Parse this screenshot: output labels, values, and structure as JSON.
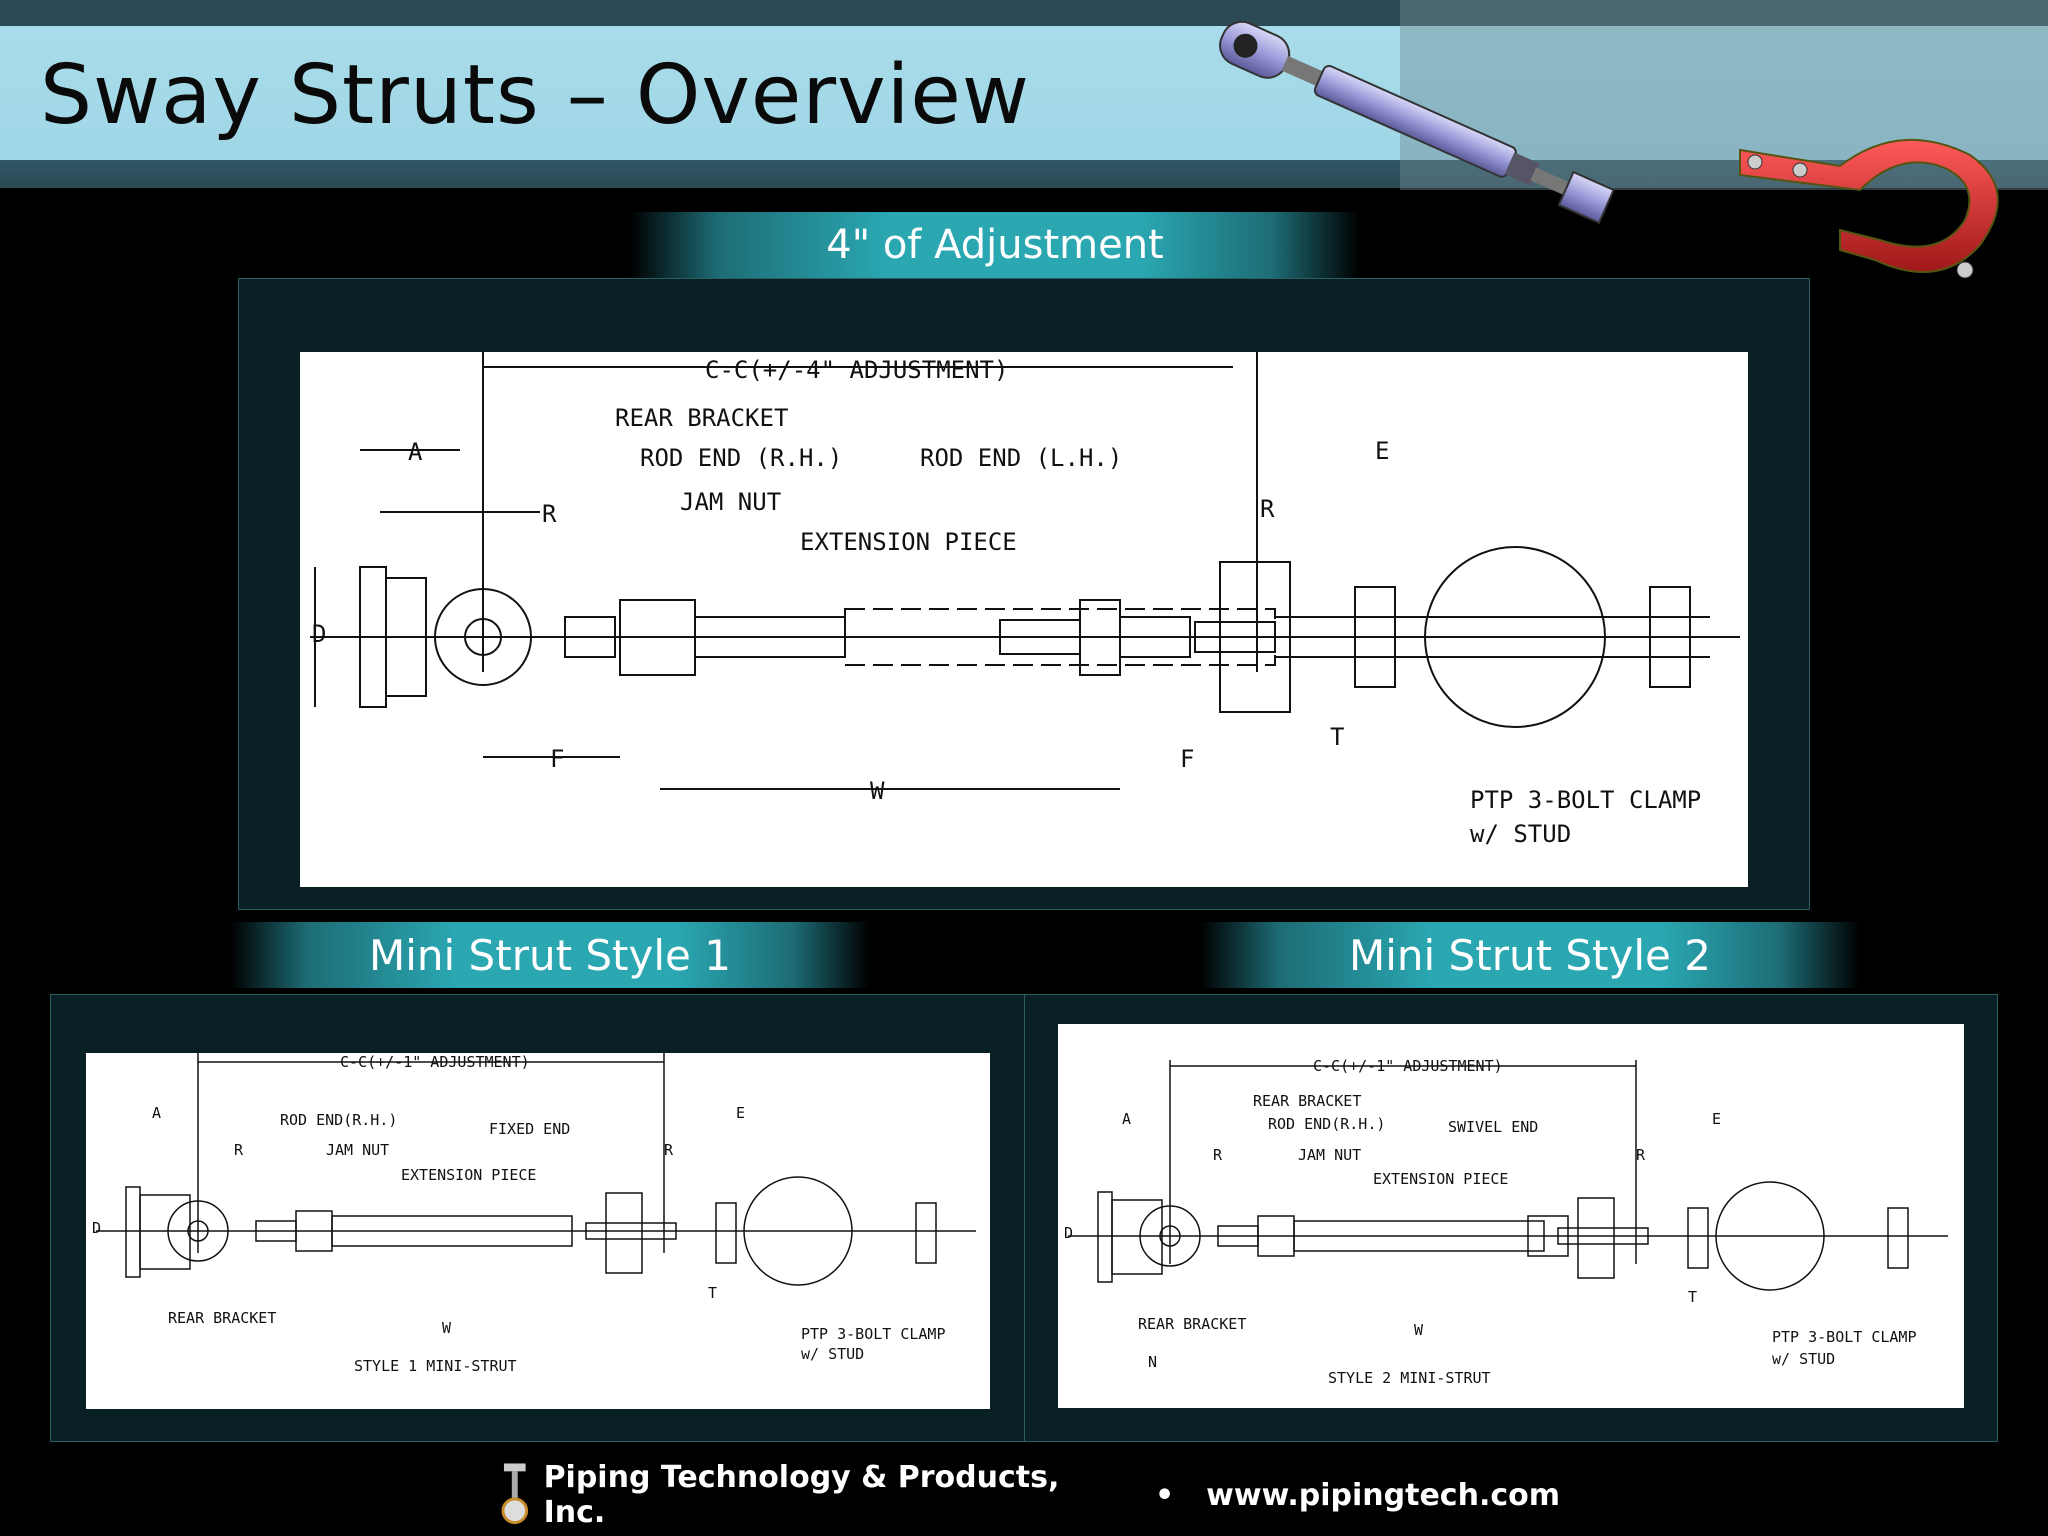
{
  "slide": {
    "title": "Sway Struts – Overview",
    "section_main": "4\" of Adjustment",
    "section_left": "Mini Strut Style 1",
    "section_right": "Mini Strut Style 2"
  },
  "drawing_main": {
    "cc": "C-C(+/-4\" ADJUSTMENT)",
    "rear_bracket": "REAR BRACKET",
    "rod_end_rh": "ROD END (R.H.)",
    "rod_end_lh": "ROD END (L.H.)",
    "jam_nut": "JAM NUT",
    "extension_piece": "EXTENSION PIECE",
    "clamp_1": "PTP 3-BOLT CLAMP",
    "clamp_2": "w/ STUD",
    "dim_a": "A",
    "dim_r": "R",
    "dim_d": "D",
    "dim_e": "E",
    "dim_f": "F",
    "dim_w": "W",
    "dim_t": "T"
  },
  "drawing_style1": {
    "cc": "C-C(+/-1\" ADJUSTMENT)",
    "rod_end_rh": "ROD END(R.H.)",
    "fixed_end": "FIXED END",
    "jam_nut": "JAM NUT",
    "extension_piece": "EXTENSION PIECE",
    "rear_bracket": "REAR BRACKET",
    "clamp_1": "PTP 3-BOLT CLAMP",
    "clamp_2": "w/ STUD",
    "caption": "STYLE 1 MINI-STRUT",
    "dim_a": "A",
    "dim_r": "R",
    "dim_d": "D",
    "dim_e": "E",
    "dim_w": "W",
    "dim_t": "T"
  },
  "drawing_style2": {
    "cc": "C-C(+/-1\" ADJUSTMENT)",
    "rear_bracket_top": "REAR BRACKET",
    "rod_end_rh": "ROD END(R.H.)",
    "swivel_end": "SWIVEL END",
    "jam_nut": "JAM NUT",
    "extension_piece": "EXTENSION PIECE",
    "rear_bracket": "REAR BRACKET",
    "clamp_1": "PTP 3-BOLT CLAMP",
    "clamp_2": "w/ STUD",
    "caption": "STYLE 2 MINI-STRUT",
    "dim_a": "A",
    "dim_r": "R",
    "dim_d": "D",
    "dim_e": "E",
    "dim_w": "W",
    "dim_t": "T",
    "dim_n": "N"
  },
  "footer": {
    "company": "Piping Technology & Products, Inc.",
    "separator": "•",
    "website": "www.pipingtech.com"
  },
  "colors": {
    "banner": "#2aa7b1",
    "title_bar": "#a9dcea",
    "panel": "#081f23",
    "clamp": "#c8262b",
    "rod": "#9a9ad8"
  }
}
